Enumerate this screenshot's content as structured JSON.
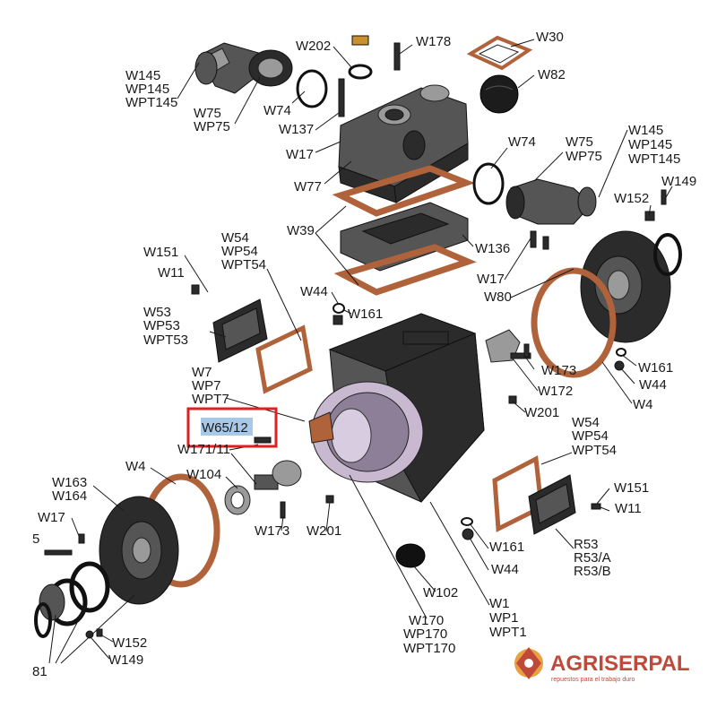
{
  "labels": {
    "w202": "W202",
    "w178": "W178",
    "w30": "W30",
    "w82": "W82",
    "w145a": "W145",
    "wp145a": "WP145",
    "wpt145a": "WPT145",
    "w75a": "W75",
    "wp75a": "WP75",
    "w74a": "W74",
    "w137": "W137",
    "w17a": "W17",
    "w77": "W77",
    "w74b": "W74",
    "w75b": "W75",
    "wp75b": "WP75",
    "w145b": "W145",
    "wp145b": "WP145",
    "wpt145b": "WPT145",
    "w149a": "W149",
    "w152a": "W152",
    "w39": "W39",
    "w136": "W136",
    "w17b": "W17",
    "w80": "W80",
    "w151a": "W151",
    "w11a": "W11",
    "w54a": "W54",
    "wp54a": "WP54",
    "wpt54a": "WPT54",
    "w44a": "W44",
    "w161a": "W161",
    "w53": "W53",
    "wp53": "WP53",
    "wpt53": "WPT53",
    "w173a": "W173",
    "w172": "W172",
    "w161b": "W161",
    "w44b": "W44",
    "w4a": "W4",
    "w7": "W7",
    "wp7": "WP7",
    "wpt7": "WPT7",
    "w65": "W65/12",
    "w171": "W171/11",
    "w201a": "W201",
    "w54b": "W54",
    "wp54b": "WP54",
    "wpt54b": "WPT54",
    "w4b": "W4",
    "w104": "W104",
    "w163": "W163",
    "w164": "W164",
    "w151b": "W151",
    "w11b": "W11",
    "w17c": "W17",
    "w5": "5",
    "w173b": "W173",
    "w201b": "W201",
    "w161c": "W161",
    "r53": "R53",
    "r53a": "R53/A",
    "r53b": "R53/B",
    "w44c": "W44",
    "w102": "W102",
    "w1": "W1",
    "wp1": "WP1",
    "wpt1": "WPT1",
    "w170": "W170",
    "wp170": "WP170",
    "wpt170": "WPT170",
    "w152b": "W152",
    "w149b": "W149",
    "w81": "81"
  },
  "logo": {
    "name": "AGRISERPAL",
    "tagline": "repuestos para el trabajo duro"
  },
  "colors": {
    "highlight_box": "#e02020",
    "highlight_fill": "#a8c8e8",
    "gasket": "#b0623a",
    "logo": "#c04a3a"
  }
}
